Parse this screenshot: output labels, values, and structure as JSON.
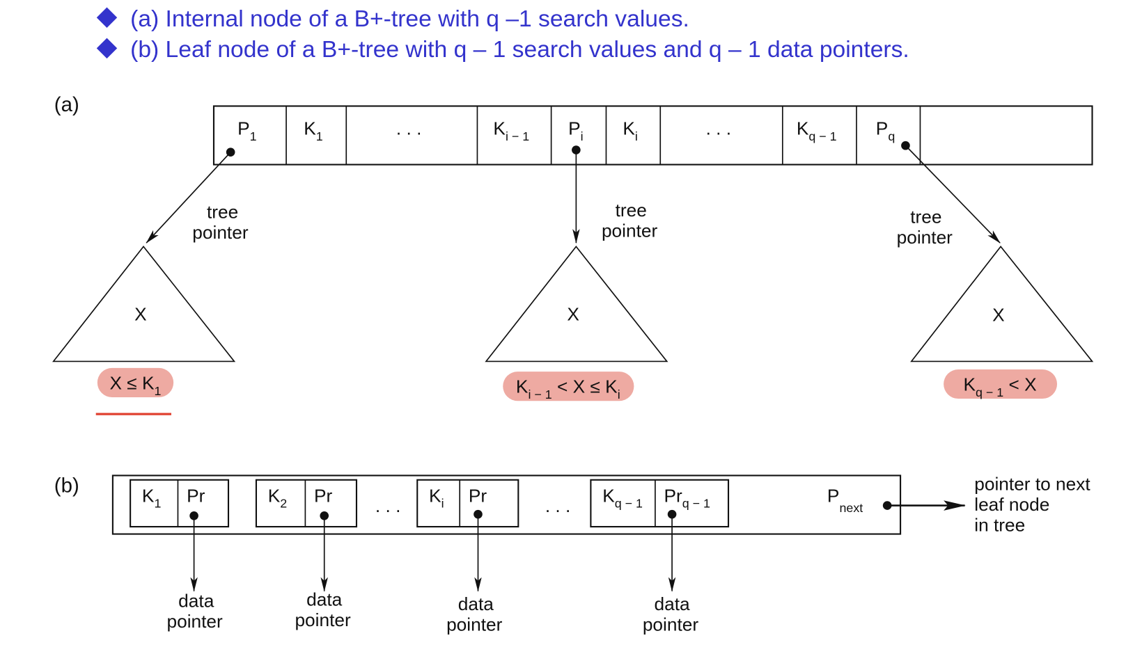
{
  "bullets": [
    "(a) Internal node of a B+-tree with q –1 search values.",
    "(b) Leaf node of a B+-tree with q – 1 search values and q – 1 data pointers."
  ],
  "colors": {
    "title": "#3333cc",
    "highlight": "#eeaaa2",
    "underline": "#e04030"
  },
  "part_a": {
    "label": "(a)",
    "cells": [
      {
        "main": "P",
        "sub": "1"
      },
      {
        "main": "K",
        "sub": "1"
      },
      {
        "main": ". . .",
        "sub": ""
      },
      {
        "main": "K",
        "sub": "i − 1"
      },
      {
        "main": "P",
        "sub": "i"
      },
      {
        "main": "K",
        "sub": "i"
      },
      {
        "main": ". . .",
        "sub": ""
      },
      {
        "main": "K",
        "sub": "q − 1"
      },
      {
        "main": "P",
        "sub": "q"
      }
    ],
    "tree_pointer": [
      "tree",
      "pointer"
    ],
    "subtree_label": "X",
    "conditions": [
      {
        "a": "X ≤ K",
        "a_sub": "1",
        "b": "",
        "b_sub": ""
      },
      {
        "a": "K",
        "a_sub": "i − 1",
        "b": " < X ≤ K",
        "b_sub": "i"
      },
      {
        "a": "K",
        "a_sub": "q − 1",
        "b": " < X",
        "b_sub": ""
      }
    ]
  },
  "part_b": {
    "label": "(b)",
    "pairs": [
      {
        "k": "K",
        "k_sub": "1",
        "p": "Pr",
        "p_sub": ""
      },
      {
        "k": "K",
        "k_sub": "2",
        "p": "Pr",
        "p_sub": ""
      },
      {
        "k": "K",
        "k_sub": "i",
        "p": "Pr",
        "p_sub": ""
      },
      {
        "k": "K",
        "k_sub": "q − 1",
        "p": "Pr",
        "p_sub": "q − 1"
      }
    ],
    "ellipsis": ". . .",
    "pnext": {
      "main": "P",
      "sub": "next"
    },
    "next_label": [
      "pointer to next",
      "leaf node",
      "in tree"
    ],
    "data_pointer": [
      "data",
      "pointer"
    ]
  }
}
